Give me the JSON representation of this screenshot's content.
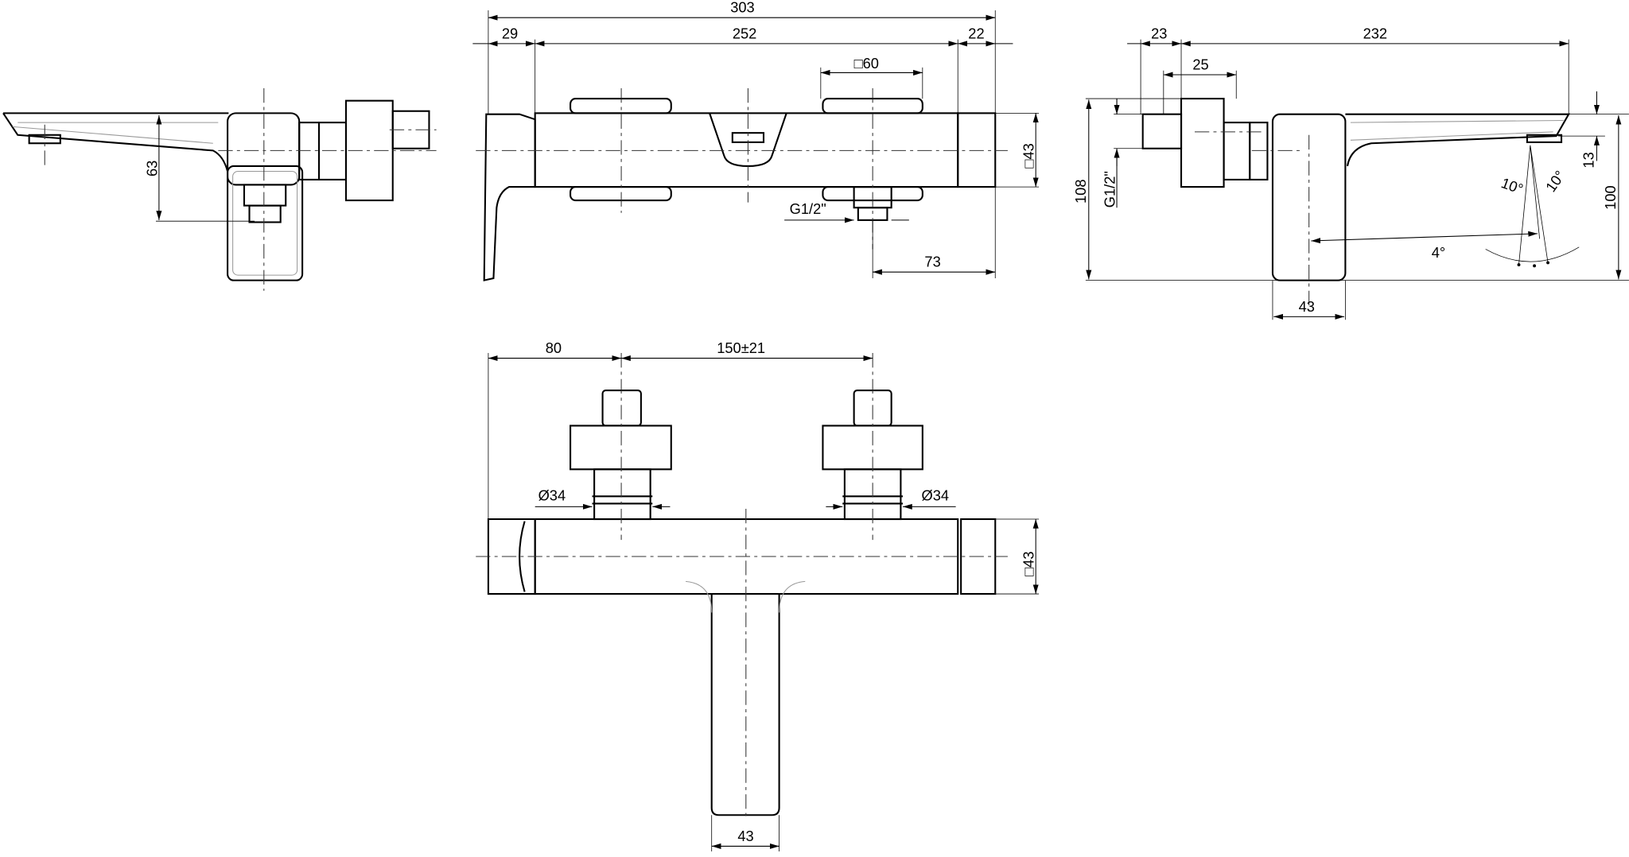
{
  "colors": {
    "line": "#000000",
    "thin": "#999999"
  },
  "side_view_left": {
    "dim_height": "63"
  },
  "front_view_top": {
    "dim_total": "303",
    "dim_left": "29",
    "dim_middle": "252",
    "dim_right": "22",
    "dim_square_handle": "□60",
    "dim_square_body": "□43",
    "dim_thread": "G1/2\"",
    "dim_outlet": "73"
  },
  "side_view_right": {
    "dim_left": "23",
    "dim_spout": "232",
    "dim_knob": "25",
    "dim_height": "108",
    "dim_thread": "G1/2\"",
    "dim_outlet_drop": "13",
    "dim_outlet_height": "100",
    "dim_body": "43",
    "angle_tilt": "4°",
    "angle_left": "10°",
    "angle_right": "10°"
  },
  "front_view_bottom": {
    "dim_left": "80",
    "dim_spacing": "150±21",
    "dim_dia_left": "Ø34",
    "dim_dia_right": "Ø34",
    "dim_square_body": "□43",
    "dim_stem": "43"
  }
}
